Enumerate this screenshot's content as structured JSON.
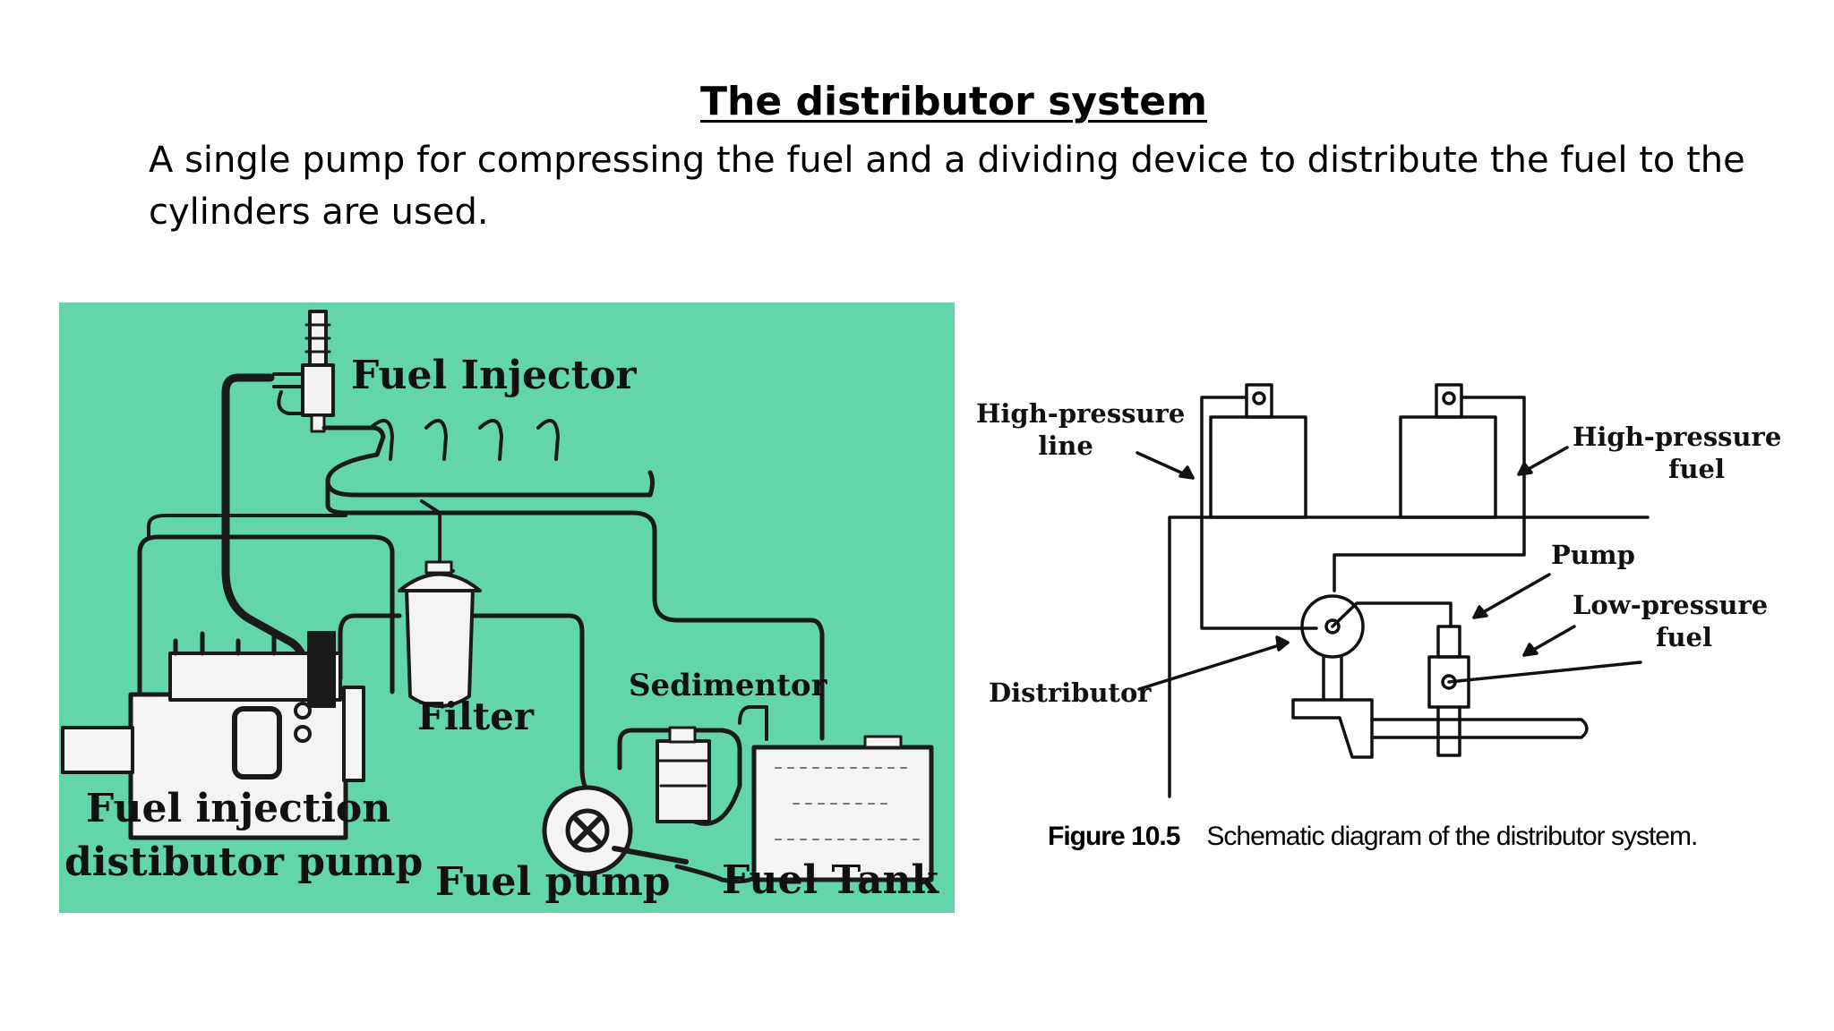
{
  "slide": {
    "title": "The distributor system",
    "body": "A single pump for compressing the fuel and a dividing device to distribute the fuel to the cylinders are used."
  },
  "photo_diagram": {
    "labels": {
      "fuel_injector": "Fuel Injector",
      "sedimentor": "Sedimentor",
      "filter": "Filter",
      "pump_line1": "Fuel injection",
      "pump_line2": "distibutor pump",
      "fuel_pump": "Fuel pump",
      "fuel_tank": "Fuel Tank"
    },
    "background_color": "#62d6aa"
  },
  "schematic": {
    "labels": {
      "hp_line_1": "High-pressure",
      "hp_line_2": "line",
      "hp_fuel_1": "High-pressure",
      "hp_fuel_2": "fuel",
      "pump": "Pump",
      "lp_fuel_1": "Low-pressure",
      "lp_fuel_2": "fuel",
      "distributor": "Distributor"
    },
    "caption_number": "Figure 10.5",
    "caption_text": "Schematic diagram of the distributor system."
  }
}
